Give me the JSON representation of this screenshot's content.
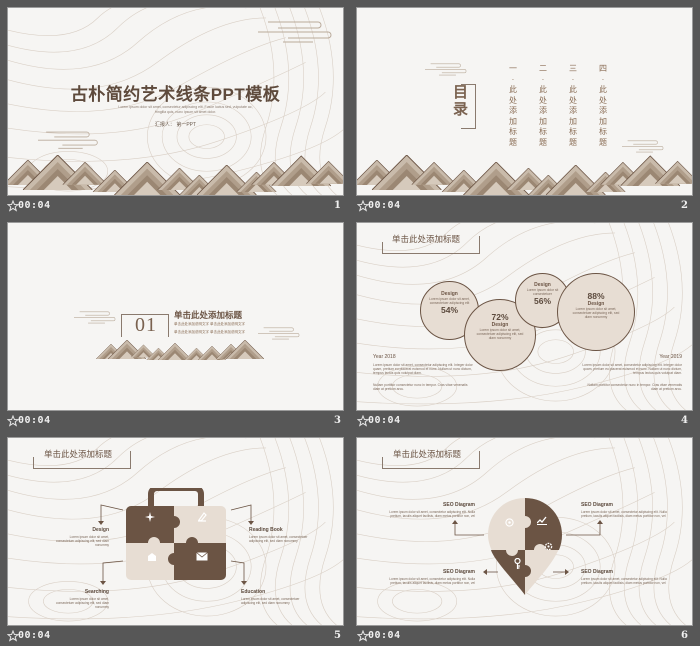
{
  "colors": {
    "window_bg": "#575757",
    "slide_bg": "#f6f5f3",
    "accent_dark": "#6b5444",
    "accent_light": "#e7ddd3",
    "footer_text": "#f0f0f0"
  },
  "slides": [
    {
      "number": "1",
      "timing": "00:04",
      "transition_icon": "star-icon",
      "title": "古朴简约艺术线条PPT模板",
      "subtitle": "Lorem ipsum dolor sit amet, consectetur adipiscing elit. Fusce luctus sed, vulputate ac, fringilla quis, nunc ipsum sit amet dolor.",
      "reporter_label": "汇报人：",
      "reporter_name": "第一PPT"
    },
    {
      "number": "2",
      "timing": "00:04",
      "transition_icon": "star-icon",
      "heading": "目录",
      "toc": [
        {
          "index": "一",
          "sep": "·",
          "label": "此处添加标题"
        },
        {
          "index": "二",
          "sep": "·",
          "label": "此处添加标题"
        },
        {
          "index": "三",
          "sep": "·",
          "label": "此处添加标题"
        },
        {
          "index": "四",
          "sep": "·",
          "label": "此处添加标题"
        }
      ]
    },
    {
      "number": "3",
      "timing": "00:04",
      "transition_icon": "star-icon",
      "section_number": "01",
      "section_title": "单击此处添加标题",
      "section_lines": [
        "单击此处添加说明文字 单击此处添加说明文字",
        "单击此处添加说明文字 单击此处添加说明文字"
      ]
    },
    {
      "number": "4",
      "timing": "00:04",
      "transition_icon": "star-icon",
      "header": "单击此处添加标题",
      "circles": [
        {
          "title": "Design",
          "desc": "Lorem ipsum dolor sit amet, consectetuer adipiscing elit",
          "percent": "54%"
        },
        {
          "title": "Design",
          "desc": "Lorem ipsum dolor sit amet, consectetuer adipiscing elit, sed diam nonummy",
          "percent": "72%"
        },
        {
          "title": "Design",
          "desc": "Lorem ipsum dolor sit consectetuer",
          "percent": "56%"
        },
        {
          "title": "Design",
          "desc": "Lorem ipsum dolor sit amet, consectetuer adipiscing elit, sed diam nonummy",
          "percent": "88%"
        }
      ],
      "left_block": {
        "year": "Year 2018",
        "p1": "Lorem ipsum dolor sit amet, consectetur adipiscing elit. Integer dolor quam, pretium eu placerat euismod et nunc. Nullam ut nunc dictum, tempus lectus quis volutpat diam.",
        "p2": "Nullam porttitor consectetur nunc in tempor. Cras vitae venenatis diam at pretium arcu."
      },
      "right_block": {
        "year": "Year 2019",
        "p1": "Lorem ipsum dolor sit amet, consectetur adipiscing elit. Integer dolor quam, pretium eu placerat euismod et nunc. Nullam ut nunc dictum, tempus lectus quis volutpat diam.",
        "p2": "Nullam porttitor consectetur nunc in tempor. Cras vitae venenatis diam at pretium arcu."
      }
    },
    {
      "number": "5",
      "timing": "00:04",
      "transition_icon": "star-icon",
      "header": "单击此处添加标题",
      "items": [
        {
          "title": "Design",
          "desc": "Lorem ipsum dolor sit amet, consectetuer adipiscing elit, sed diam nonummy",
          "icon": "airplane-icon"
        },
        {
          "title": "Reading Book",
          "desc": "Lorem ipsum dolor sit amet, consectetuer adipiscing elit, sed diam nonummy",
          "icon": "pen-icon"
        },
        {
          "title": "Searching",
          "desc": "Lorem ipsum dolor sit amet, consectetuer adipiscing elit, sed diam nonummy",
          "icon": "open-mail-icon"
        },
        {
          "title": "Education",
          "desc": "Lorem ipsum dolor sit amet, consectetuer adipiscing elit, sed diam nonummy",
          "icon": "envelope-icon"
        }
      ]
    },
    {
      "number": "6",
      "timing": "00:04",
      "transition_icon": "star-icon",
      "header": "单击此处添加标题",
      "items": [
        {
          "title": "SEO Diagram",
          "desc": "Lorem ipsum dolor sit amet, consectetur adipiscing elit. Nulla pretium, iaculis aliquet facilisis, diam metus porttitor non, vel",
          "icon": "target-icon"
        },
        {
          "title": "SEO Diagram",
          "desc": "Lorem ipsum dolor sit amet, consectetur adipiscing elit. Nulla pretium, iaculis aliquet facilisis, diam metus porttitor non, vel",
          "icon": "chart-icon"
        },
        {
          "title": "SEO Diagram",
          "desc": "Lorem ipsum dolor sit amet, consectetur adipiscing elit. Nulla pretium, iaculis aliquet facilisis, diam metus porttitor non, vel",
          "icon": "key-icon"
        },
        {
          "title": "SEO Diagram",
          "desc": "Lorem ipsum dolor sit amet, consectetur adipiscing elit. Nulla pretium, iaculis aliquet facilisis, diam metus porttitor non, vel",
          "icon": "gear-icon"
        }
      ]
    }
  ]
}
